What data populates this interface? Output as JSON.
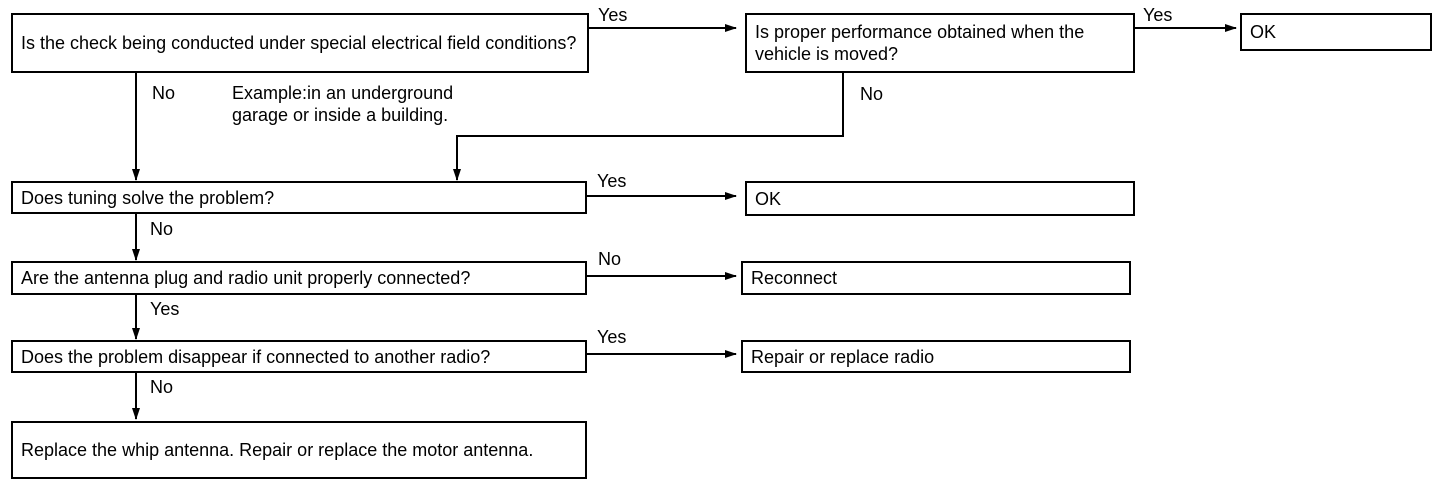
{
  "nodes": {
    "q_special_field": "Is the check being conducted under special electrical field conditions?",
    "q_vehicle_moved": "Is proper performance obtained when the vehicle is moved?",
    "ok_1": "OK",
    "q_tuning": "Does tuning solve the problem?",
    "ok_2": "OK",
    "q_connected": "Are the antenna plug and radio unit properly connected?",
    "reconnect": "Reconnect",
    "q_other_radio": "Does the problem disappear if connected to another radio?",
    "repair_radio": "Repair or replace radio",
    "replace_antenna": "Replace the whip antenna. Repair or replace the motor antenna."
  },
  "note": "Example:in an underground garage or inside a building.",
  "edges": {
    "special_yes": "Yes",
    "moved_yes": "Yes",
    "special_no": "No",
    "moved_no": "No",
    "tuning_yes": "Yes",
    "tuning_no": "No",
    "connected_no": "No",
    "connected_yes": "Yes",
    "other_radio_yes": "Yes",
    "other_radio_no": "No"
  }
}
